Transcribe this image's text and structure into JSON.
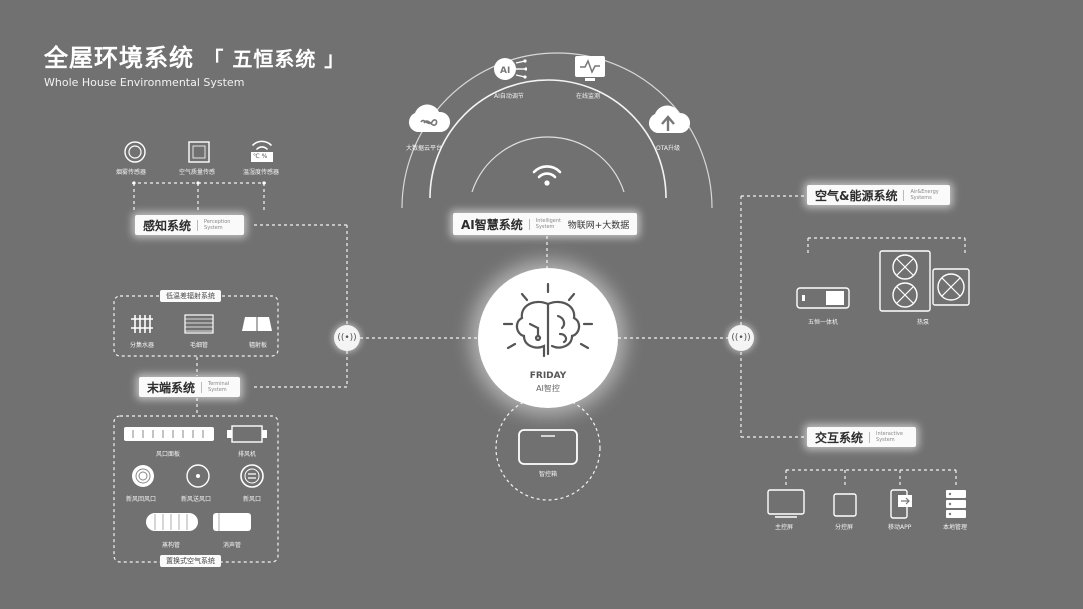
{
  "header": {
    "title": "全屋环境系统",
    "title_suffix": "「 五恒系统 」",
    "subtitle": "Whole House Environmental System"
  },
  "cloud": {
    "items": [
      {
        "label": "大数据云平台",
        "icon": "cloud-infinity-icon"
      },
      {
        "label": "AI自动调节",
        "icon": "ai-chip-icon"
      },
      {
        "label": "在线监测",
        "icon": "monitor-icon"
      },
      {
        "label": "OTA升级",
        "icon": "cloud-upload-icon"
      }
    ]
  },
  "ai_system": {
    "cn": "AI智慧系统",
    "en": "Intelligent System",
    "extra": "物联网+大数据"
  },
  "hub": {
    "brand": "FRIDAY",
    "brand_sub": "AI智控"
  },
  "controller": {
    "label": "智控箱"
  },
  "perception": {
    "cn": "感知系统",
    "en": "Perception System",
    "sensors": [
      {
        "label": "烟雾传感器",
        "icon": "smoke-sensor-icon"
      },
      {
        "label": "空气质量传感",
        "icon": "air-quality-sensor-icon"
      },
      {
        "label": "温湿度传感器",
        "icon": "temp-humidity-sensor-icon",
        "display": "℃ %"
      }
    ]
  },
  "radiant": {
    "group_title": "低温差辐射系统",
    "items": [
      {
        "label": "分集水器",
        "icon": "manifold-icon"
      },
      {
        "label": "毛细管",
        "icon": "capillary-icon"
      },
      {
        "label": "辐射板",
        "icon": "radiant-panel-icon"
      }
    ]
  },
  "terminal": {
    "cn": "末端系统",
    "en": "Terminal System"
  },
  "ventilation": {
    "group_title": "置换式空气系统",
    "items": [
      {
        "label": "风口面板",
        "icon": "vent-panel-icon"
      },
      {
        "label": "排风机",
        "icon": "exhaust-fan-icon"
      },
      {
        "label": "新风回风口",
        "icon": "return-vent-icon"
      },
      {
        "label": "新风送风口",
        "icon": "supply-vent-icon"
      },
      {
        "label": "新风口",
        "icon": "fresh-air-icon"
      },
      {
        "label": "蒸构管",
        "icon": "duct-icon"
      },
      {
        "label": "消声管",
        "icon": "silencer-icon"
      }
    ]
  },
  "air_energy": {
    "cn": "空气&能源系统",
    "en": "Air&Energy Systems",
    "items": [
      {
        "label": "五恒一体机",
        "icon": "all-in-one-unit-icon"
      },
      {
        "label": "热泵",
        "icon": "heat-pump-icon"
      }
    ]
  },
  "interactive": {
    "cn": "交互系统",
    "en": "Interactive System",
    "items": [
      {
        "label": "主控屏",
        "icon": "main-screen-icon"
      },
      {
        "label": "分控屏",
        "icon": "sub-screen-icon"
      },
      {
        "label": "移动APP",
        "icon": "mobile-app-icon"
      },
      {
        "label": "本地管理",
        "icon": "server-icon"
      }
    ]
  },
  "signal": {
    "icon": "wireless-signal-icon",
    "glyph": "((•))"
  },
  "wifi": {
    "icon": "wifi-icon"
  }
}
